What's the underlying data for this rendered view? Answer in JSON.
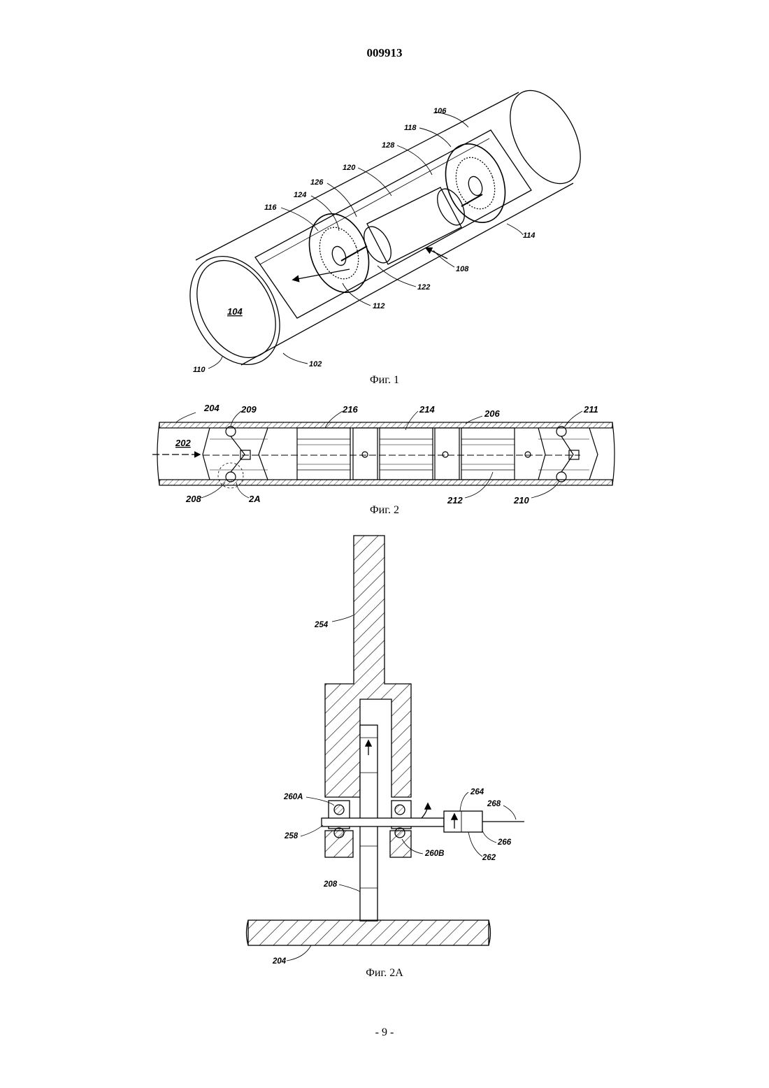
{
  "document_number": "009913",
  "page_number": "- 9 -",
  "figures": [
    {
      "caption": "Фиг. 1",
      "labels": [
        "106",
        "118",
        "128",
        "120",
        "126",
        "124",
        "116",
        "114",
        "108",
        "122",
        "112",
        "104",
        "110",
        "102"
      ]
    },
    {
      "caption": "Фиг. 2",
      "labels": [
        "204",
        "209",
        "216",
        "214",
        "206",
        "211",
        "202",
        "208",
        "2A",
        "212",
        "210"
      ]
    },
    {
      "caption": "Фиг. 2A",
      "labels": [
        "254",
        "260A",
        "258",
        "264",
        "268",
        "266",
        "260B",
        "262",
        "208",
        "204"
      ]
    }
  ]
}
